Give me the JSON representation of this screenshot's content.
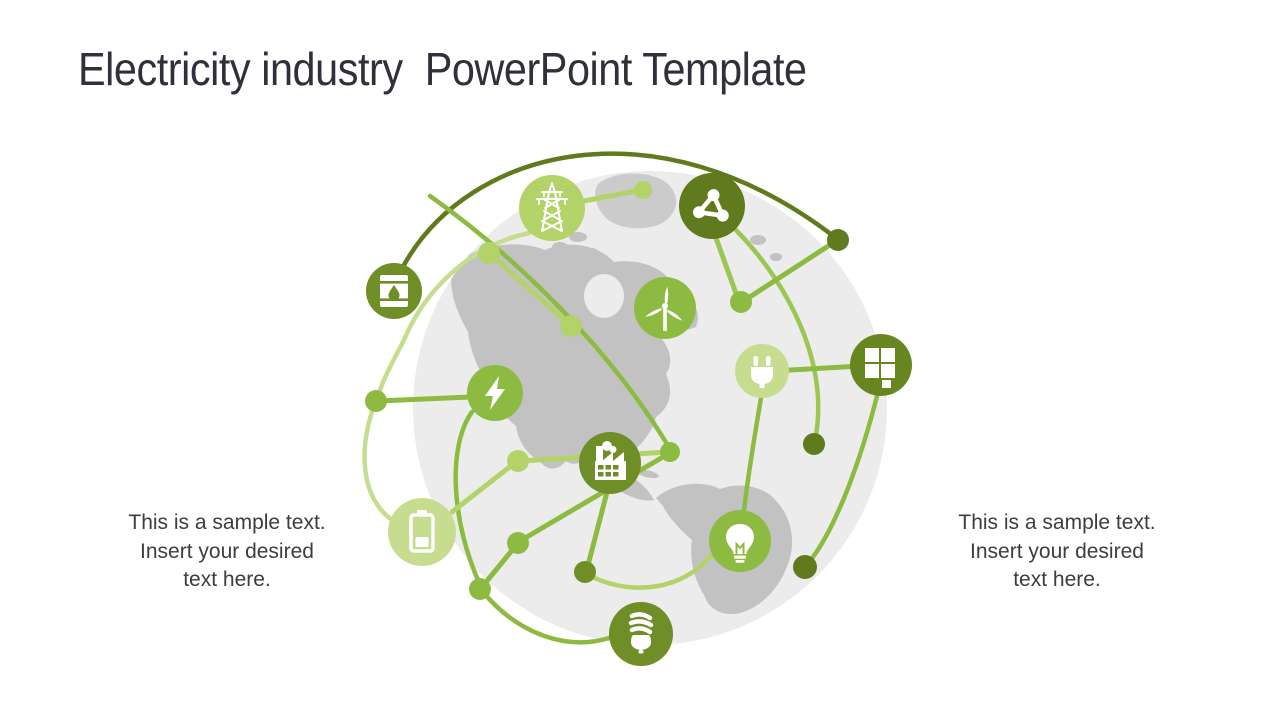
{
  "title": "Electricity industry  PowerPoint Template",
  "text_blocks": {
    "left": {
      "line1": "This is a sample text.",
      "line2": "Insert your desired",
      "line3": "text here."
    },
    "right": {
      "line1": "This is a sample text.",
      "line2": "Insert your desired",
      "line3": "text here."
    }
  },
  "colors": {
    "white": "#ffffff",
    "dark_olive": "#5f7b1e",
    "olive": "#6f8e28",
    "medium_green": "#8dbb41",
    "medium_light_green": "#9cc653",
    "light_green": "#b3d369",
    "pale_green": "#c6dd90",
    "globe_fill": "#ececec",
    "land": "#c2c2c2",
    "land_light": "#cbcbcb",
    "title_text": "#312f39",
    "body_text": "#3d3d3d",
    "background": "#ffffff"
  },
  "diagram": {
    "subject": "globe-with-energy-icons",
    "nodes": [
      {
        "id": "oil-barrel",
        "label": "Oil barrel",
        "color": "#6f8e28"
      },
      {
        "id": "transmission-tower",
        "label": "Transmission tower",
        "color": "#b3d369"
      },
      {
        "id": "molecule",
        "label": "Molecule",
        "color": "#5f7b1e"
      },
      {
        "id": "wind-turbine",
        "label": "Wind turbine",
        "color": "#8dbb41"
      },
      {
        "id": "power-plug",
        "label": "Power plug",
        "color": "#c6dd90"
      },
      {
        "id": "solar-panel",
        "label": "Solar panel",
        "color": "#678620"
      },
      {
        "id": "lightning-bolt",
        "label": "Lightning bolt",
        "color": "#8dbb41"
      },
      {
        "id": "factory",
        "label": "Factory",
        "color": "#6f8e28"
      },
      {
        "id": "battery",
        "label": "Battery",
        "color": "#c6dd90"
      },
      {
        "id": "light-bulb",
        "label": "Light bulb",
        "color": "#8dbb41"
      },
      {
        "id": "cfl-bulb",
        "label": "Energy saving bulb",
        "color": "#6f8e28"
      }
    ]
  }
}
